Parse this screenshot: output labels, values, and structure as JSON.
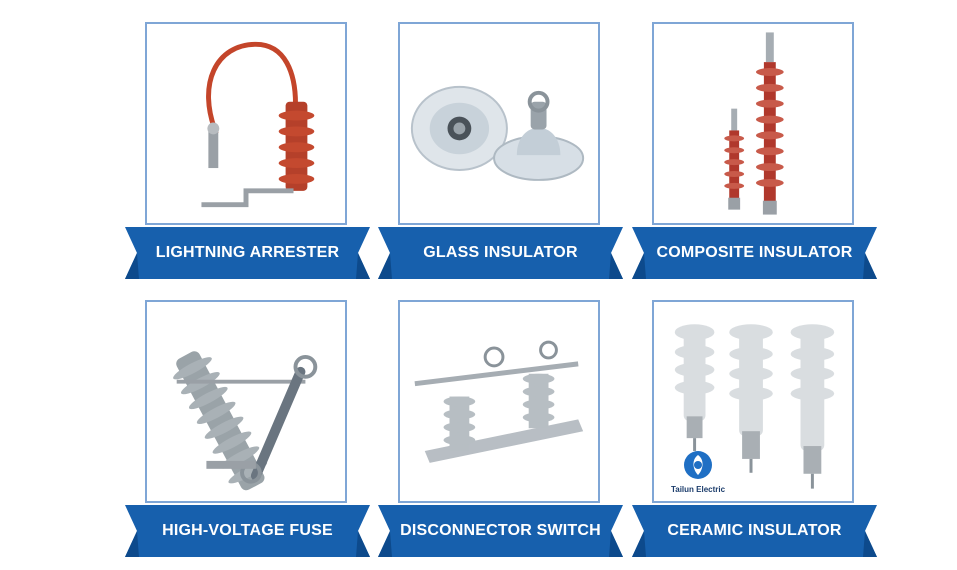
{
  "theme": {
    "accent": "#1760ad",
    "accent_dark": "#0d4a8c",
    "frame_border": "#7fa6d6"
  },
  "products": [
    {
      "label": "LIGHTNING ARRESTER",
      "image": "lightning-arrester-image"
    },
    {
      "label": "GLASS INSULATOR",
      "image": "glass-insulator-image"
    },
    {
      "label": "COMPOSITE INSULATOR",
      "image": "composite-insulator-image"
    },
    {
      "label": "HIGH-VOLTAGE FUSE",
      "image": "high-voltage-fuse-image"
    },
    {
      "label": "DISCONNECTOR SWITCH",
      "image": "disconnector-switch-image"
    },
    {
      "label": "CERAMIC INSULATOR",
      "image": "ceramic-insulator-image"
    }
  ],
  "logo": {
    "text": "Tailun Electric"
  }
}
